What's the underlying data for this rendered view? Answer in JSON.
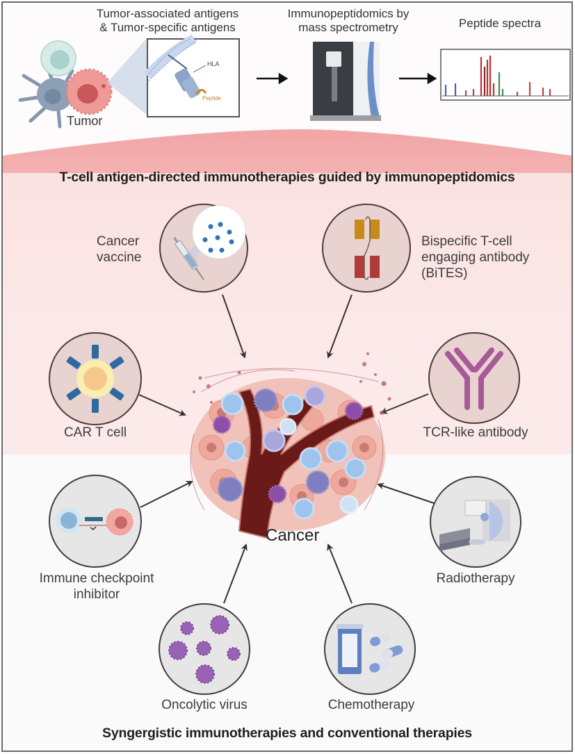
{
  "top_panel": {
    "antigens_label_line1": "Tumor-associated antigens",
    "antigens_label_line2": "& Tumor-specific antigens",
    "tumor_label": "Tumor",
    "hla_label": "HLA",
    "peptide_label": "Peptide",
    "ms_label_line1": "Immunopeptidomics by",
    "ms_label_line2": "mass spectrometry",
    "spectra_label": "Peptide spectra"
  },
  "middle_panel": {
    "title": "T-cell antigen-directed immunotherapies guided by immunopeptidomics",
    "therapies": [
      {
        "id": "cancer-vaccine",
        "line1": "Cancer",
        "line2": "vaccine",
        "line3": ""
      },
      {
        "id": "bites",
        "line1": "Bispecific T-cell",
        "line2": "engaging antibody",
        "line3": "(BiTES)"
      },
      {
        "id": "car-t",
        "line1": "CAR T cell",
        "line2": "",
        "line3": ""
      },
      {
        "id": "tcr-like",
        "line1": "TCR-like antibody",
        "line2": "",
        "line3": ""
      }
    ]
  },
  "center": {
    "label": "Cancer"
  },
  "bottom_panel": {
    "title": "Syngergistic immunotherapies and conventional therapies",
    "therapies": [
      {
        "id": "checkpoint",
        "line1": "Immune checkpoint",
        "line2": "inhibitor"
      },
      {
        "id": "radiotherapy",
        "line1": "Radiotherapy",
        "line2": ""
      },
      {
        "id": "oncolytic",
        "line1": "Oncolytic virus",
        "line2": ""
      },
      {
        "id": "chemo",
        "line1": "Chemotherapy",
        "line2": ""
      }
    ]
  },
  "colors": {
    "pink_band": "#fbe9e9",
    "circle_pink": "#e9d3d1",
    "circle_grey": "#e6e6e6",
    "outline": "#4a3a3a",
    "bites_gold": "#c98a1c",
    "bites_red": "#b0393a",
    "tcr_purple": "#a85a98",
    "car_blue": "#2f6a9e",
    "virus_purple": "#8e5aa8",
    "vessel": "#6b1a1a"
  }
}
